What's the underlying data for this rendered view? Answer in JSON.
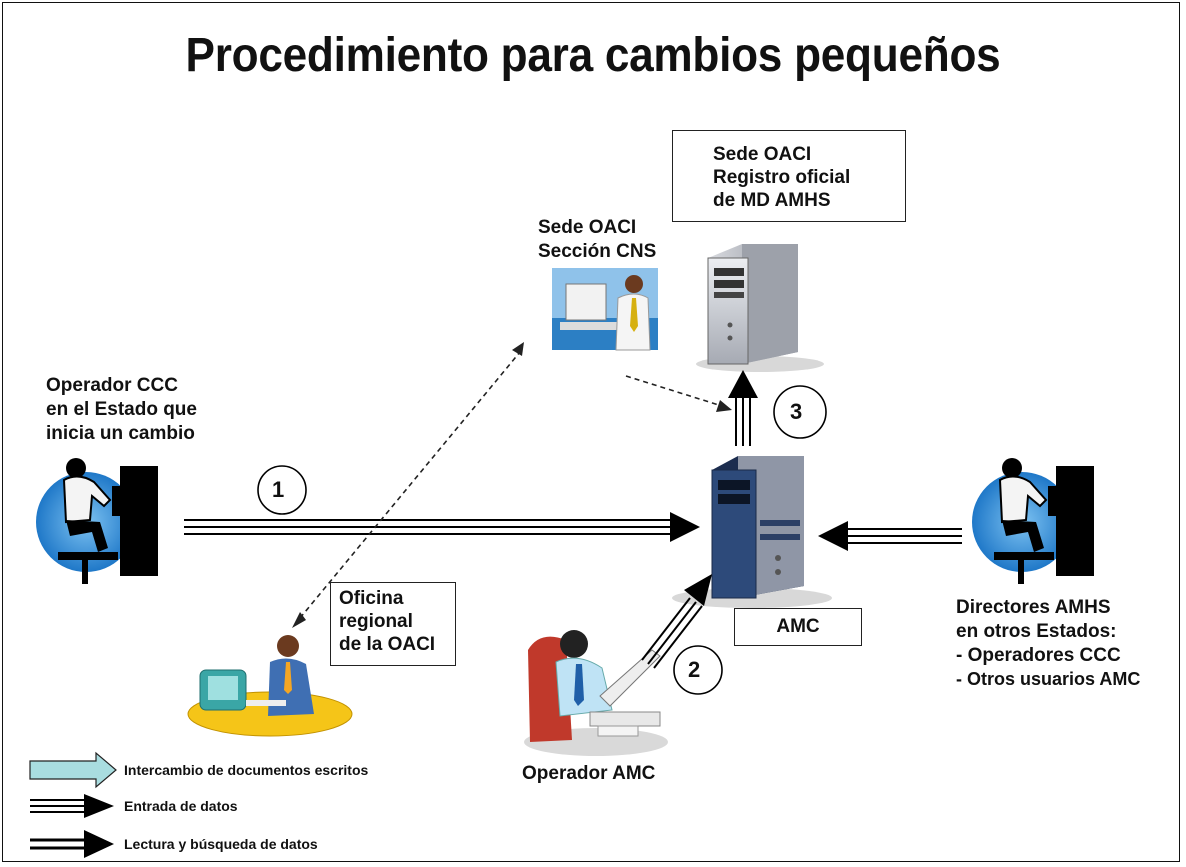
{
  "title": "Procedimiento para cambios pequeños",
  "nodes": {
    "registry_box": {
      "lines": [
        "Sede OACI",
        "Registro oficial",
        "de MD AMHS"
      ]
    },
    "cns": {
      "lines": [
        "Sede OACI",
        "Sección CNS"
      ]
    },
    "ccc_operator": {
      "lines": [
        "Operador CCC",
        "en el Estado que",
        "inicia un cambio"
      ]
    },
    "regional_office": {
      "lines": [
        "Oficina",
        "regional",
        "de la OACI"
      ]
    },
    "amc_box": {
      "label": "AMC"
    },
    "amc_operator": {
      "label": "Operador AMC"
    },
    "directors": {
      "lines": [
        "Directores AMHS",
        "en otros Estados:",
        "-  Operadores CCC",
        "-  Otros usuarios AMC"
      ]
    }
  },
  "steps": {
    "one": "1",
    "two": "2",
    "three": "3"
  },
  "legend": {
    "written_docs": "Intercambio de documentos escritos",
    "data_entry": "Entrada de datos",
    "data_read": "Lectura y búsqueda de datos"
  },
  "colors": {
    "legend_arrow_fill": "#a9dde0",
    "figure_background": "#2f8fd8",
    "desk_yellow": "#f5c518",
    "server_grey": "#b9bcc4",
    "server_dark": "#2b3f66"
  }
}
